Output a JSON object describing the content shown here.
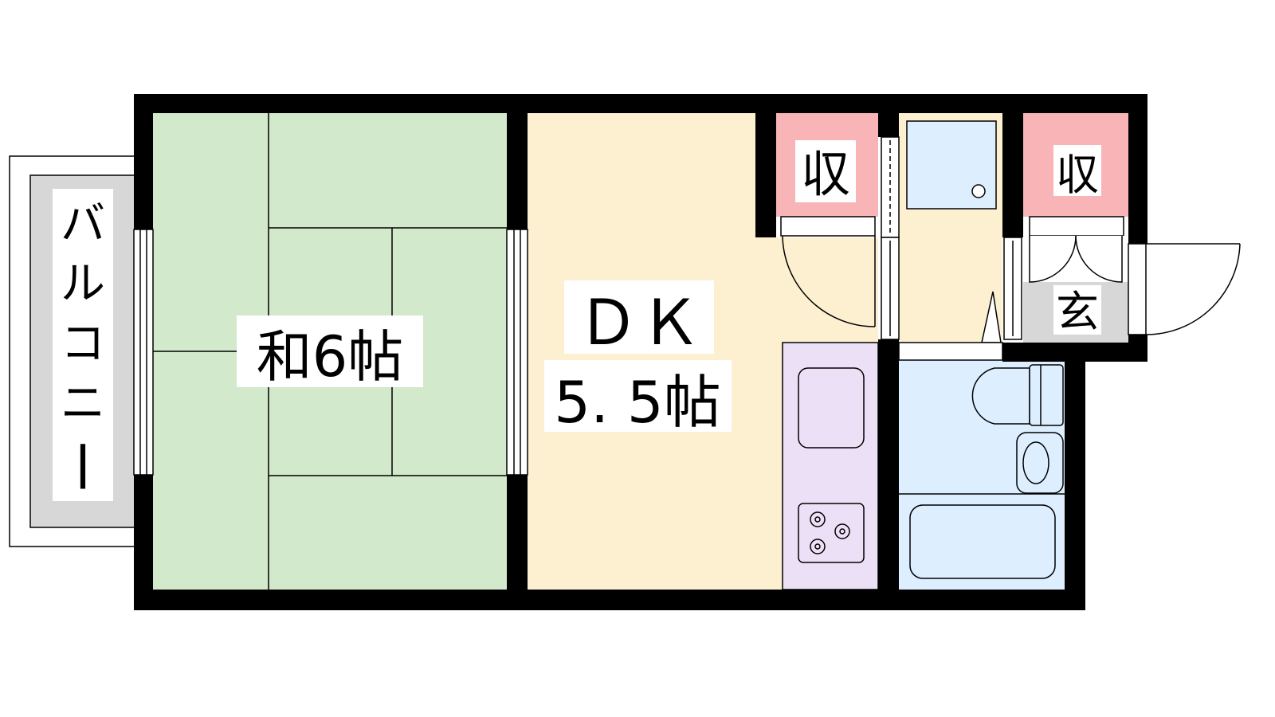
{
  "floor_plan": {
    "rooms": {
      "washitsu": {
        "name": "和6帖",
        "fill": "#d3e9cb"
      },
      "dk": {
        "line1": "ＤＫ",
        "line2": "5. 5帖",
        "fill": "#fdf0d1"
      },
      "storage_left": {
        "name": "収",
        "fill": "#f8b4b7"
      },
      "storage_right": {
        "name": "収",
        "fill": "#f8b4b7"
      },
      "entrance": {
        "name": "玄",
        "fill": "#d7d7d7"
      },
      "bathroom_fill": "#ddeeff",
      "kitchen_fill": "#ece0f6",
      "washroom_fill": "#fdf0d1"
    },
    "balcony": {
      "name": "バルコニー",
      "fill": "#d7d7d7"
    },
    "wall_color": "#000000"
  }
}
